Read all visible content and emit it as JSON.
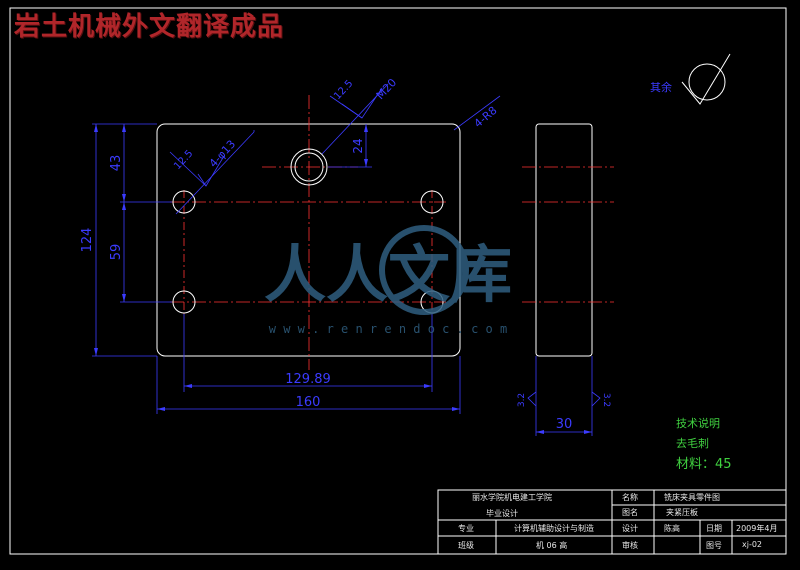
{
  "header": {
    "title": "岩土机械外文翻译成品"
  },
  "watermark": {
    "brand": "人人文库",
    "url": "w w w . r e n r e n d o c . c o m"
  },
  "front_view": {
    "dims": {
      "width_total": "160",
      "hole_spacing_x": "129.89",
      "height_total": "124",
      "dim_43": "43",
      "dim_59": "59",
      "dim_24": "24",
      "surface_12_5_a": "12.5",
      "surface_12_5_b": "12.5",
      "thread": "M20",
      "hole_note": "4-φ13",
      "radius_note": "4-R8"
    }
  },
  "side_view": {
    "dims": {
      "thickness": "30",
      "left_surface": "3.2",
      "right_surface": "3.2"
    }
  },
  "roughness_note": {
    "label": "其余"
  },
  "tech_notes": {
    "title": "技术说明",
    "line1": "去毛刺",
    "material": "材料：45"
  },
  "title_block": {
    "school": "丽水学院机电建工学院",
    "project": "毕业设计",
    "name_label": "名称",
    "name_value": "铣床夹具零件图",
    "drawing_label": "图名",
    "drawing_value": "夹紧压板",
    "major_label": "专业",
    "major_value": "计算机辅助设计与制造",
    "design_label": "设计",
    "designer": "陈高",
    "date_label": "日期",
    "date_value": "2009年4月",
    "class_label": "班级",
    "class_value": "机 06 高",
    "review_label": "审核",
    "number_label": "图号",
    "number_value": "xj-02"
  },
  "colors": {
    "outline": "#ffffff",
    "dimension": "#3b3bff",
    "centerline": "#ff3333",
    "header": "#b0262a",
    "tech_text": "#40d040",
    "watermark": "#2f5f80"
  }
}
